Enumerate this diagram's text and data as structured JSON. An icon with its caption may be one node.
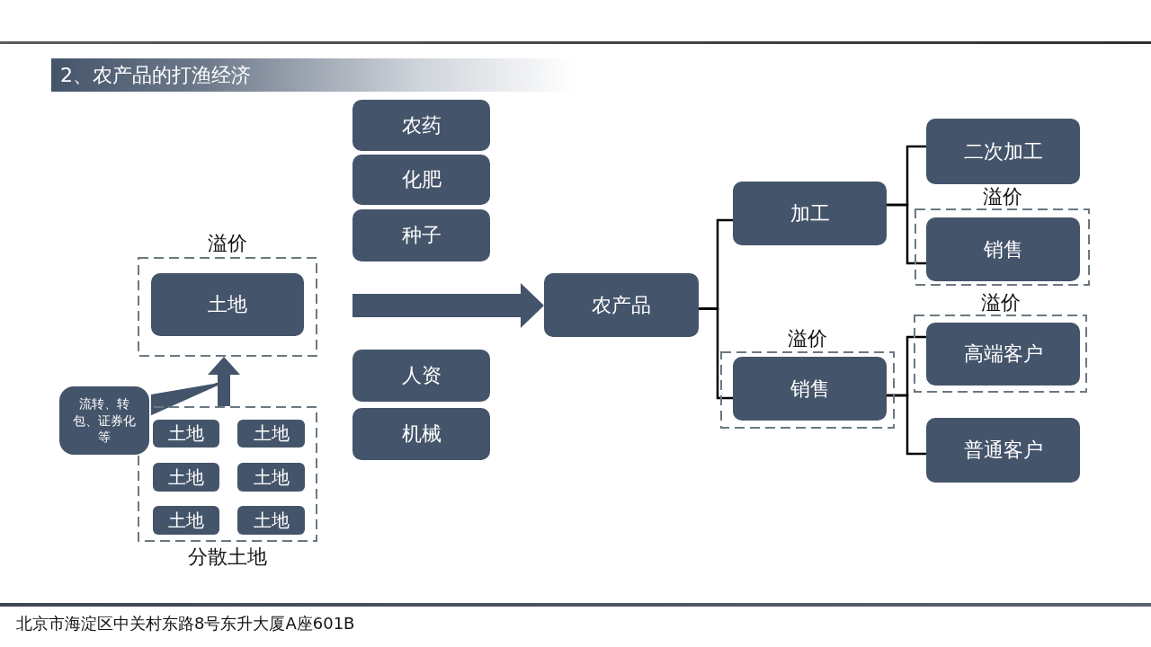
{
  "diagram": {
    "title": "2、农产品的打渔经济",
    "nodes": [
      {
        "text": [
          "溢价"
        ]
      },
      {
        "text": [
          "土地"
        ],
        "in": 0
      },
      {
        "text": [
          "分散土地"
        ]
      },
      {
        "text": [
          "土地"
        ],
        "in": 2
      },
      {
        "text": [
          "土地"
        ],
        "in": 2
      },
      {
        "text": [
          "土地"
        ],
        "in": 2
      },
      {
        "text": [
          "土地"
        ],
        "in": 2
      },
      {
        "text": [
          "土地"
        ],
        "in": 2
      },
      {
        "text": [
          "土地"
        ],
        "in": 2
      },
      {
        "text": [
          "流转、转包、证券化等"
        ]
      },
      {
        "text": [
          "农药"
        ]
      },
      {
        "text": [
          "化肥"
        ]
      },
      {
        "text": [
          "种子"
        ]
      },
      {
        "text": [
          "人资"
        ]
      },
      {
        "text": [
          "机械"
        ]
      },
      {
        "text": [
          "农产品"
        ]
      },
      {
        "text": [
          "加工"
        ]
      },
      {
        "text": [
          "溢价"
        ]
      },
      {
        "text": [
          "销售"
        ],
        "in": 17
      },
      {
        "text": [
          "二次加工"
        ]
      },
      {
        "text": [
          "溢价"
        ]
      },
      {
        "text": [
          "销售"
        ],
        "in": 20
      },
      {
        "text": [
          "溢价"
        ]
      },
      {
        "text": [
          "高端客户"
        ],
        "in": 22
      },
      {
        "text": [
          "普通客户"
        ]
      }
    ],
    "edges": [
      {
        "from": 2,
        "to": 0,
        "arrow": "to",
        "style": "thick",
        "color": "#44546a"
      },
      {
        "from": 9,
        "to": null,
        "arrow": "none",
        "color": "#44546a"
      },
      {
        "from": null,
        "to": 15,
        "arrow": "to",
        "style": "thick",
        "color": "#44546a"
      },
      {
        "from": 15,
        "to": 16,
        "arrow": "none"
      },
      {
        "from": 15,
        "to": 18,
        "arrow": "none"
      },
      {
        "from": 16,
        "to": 19,
        "arrow": "none"
      },
      {
        "from": 16,
        "to": 21,
        "arrow": "none"
      },
      {
        "from": 18,
        "to": 23,
        "arrow": "none"
      },
      {
        "from": 18,
        "to": 24,
        "arrow": "none"
      }
    ],
    "labels": [
      "北京市海淀区中关村东路8号东升大厦A座601B"
    ]
  }
}
